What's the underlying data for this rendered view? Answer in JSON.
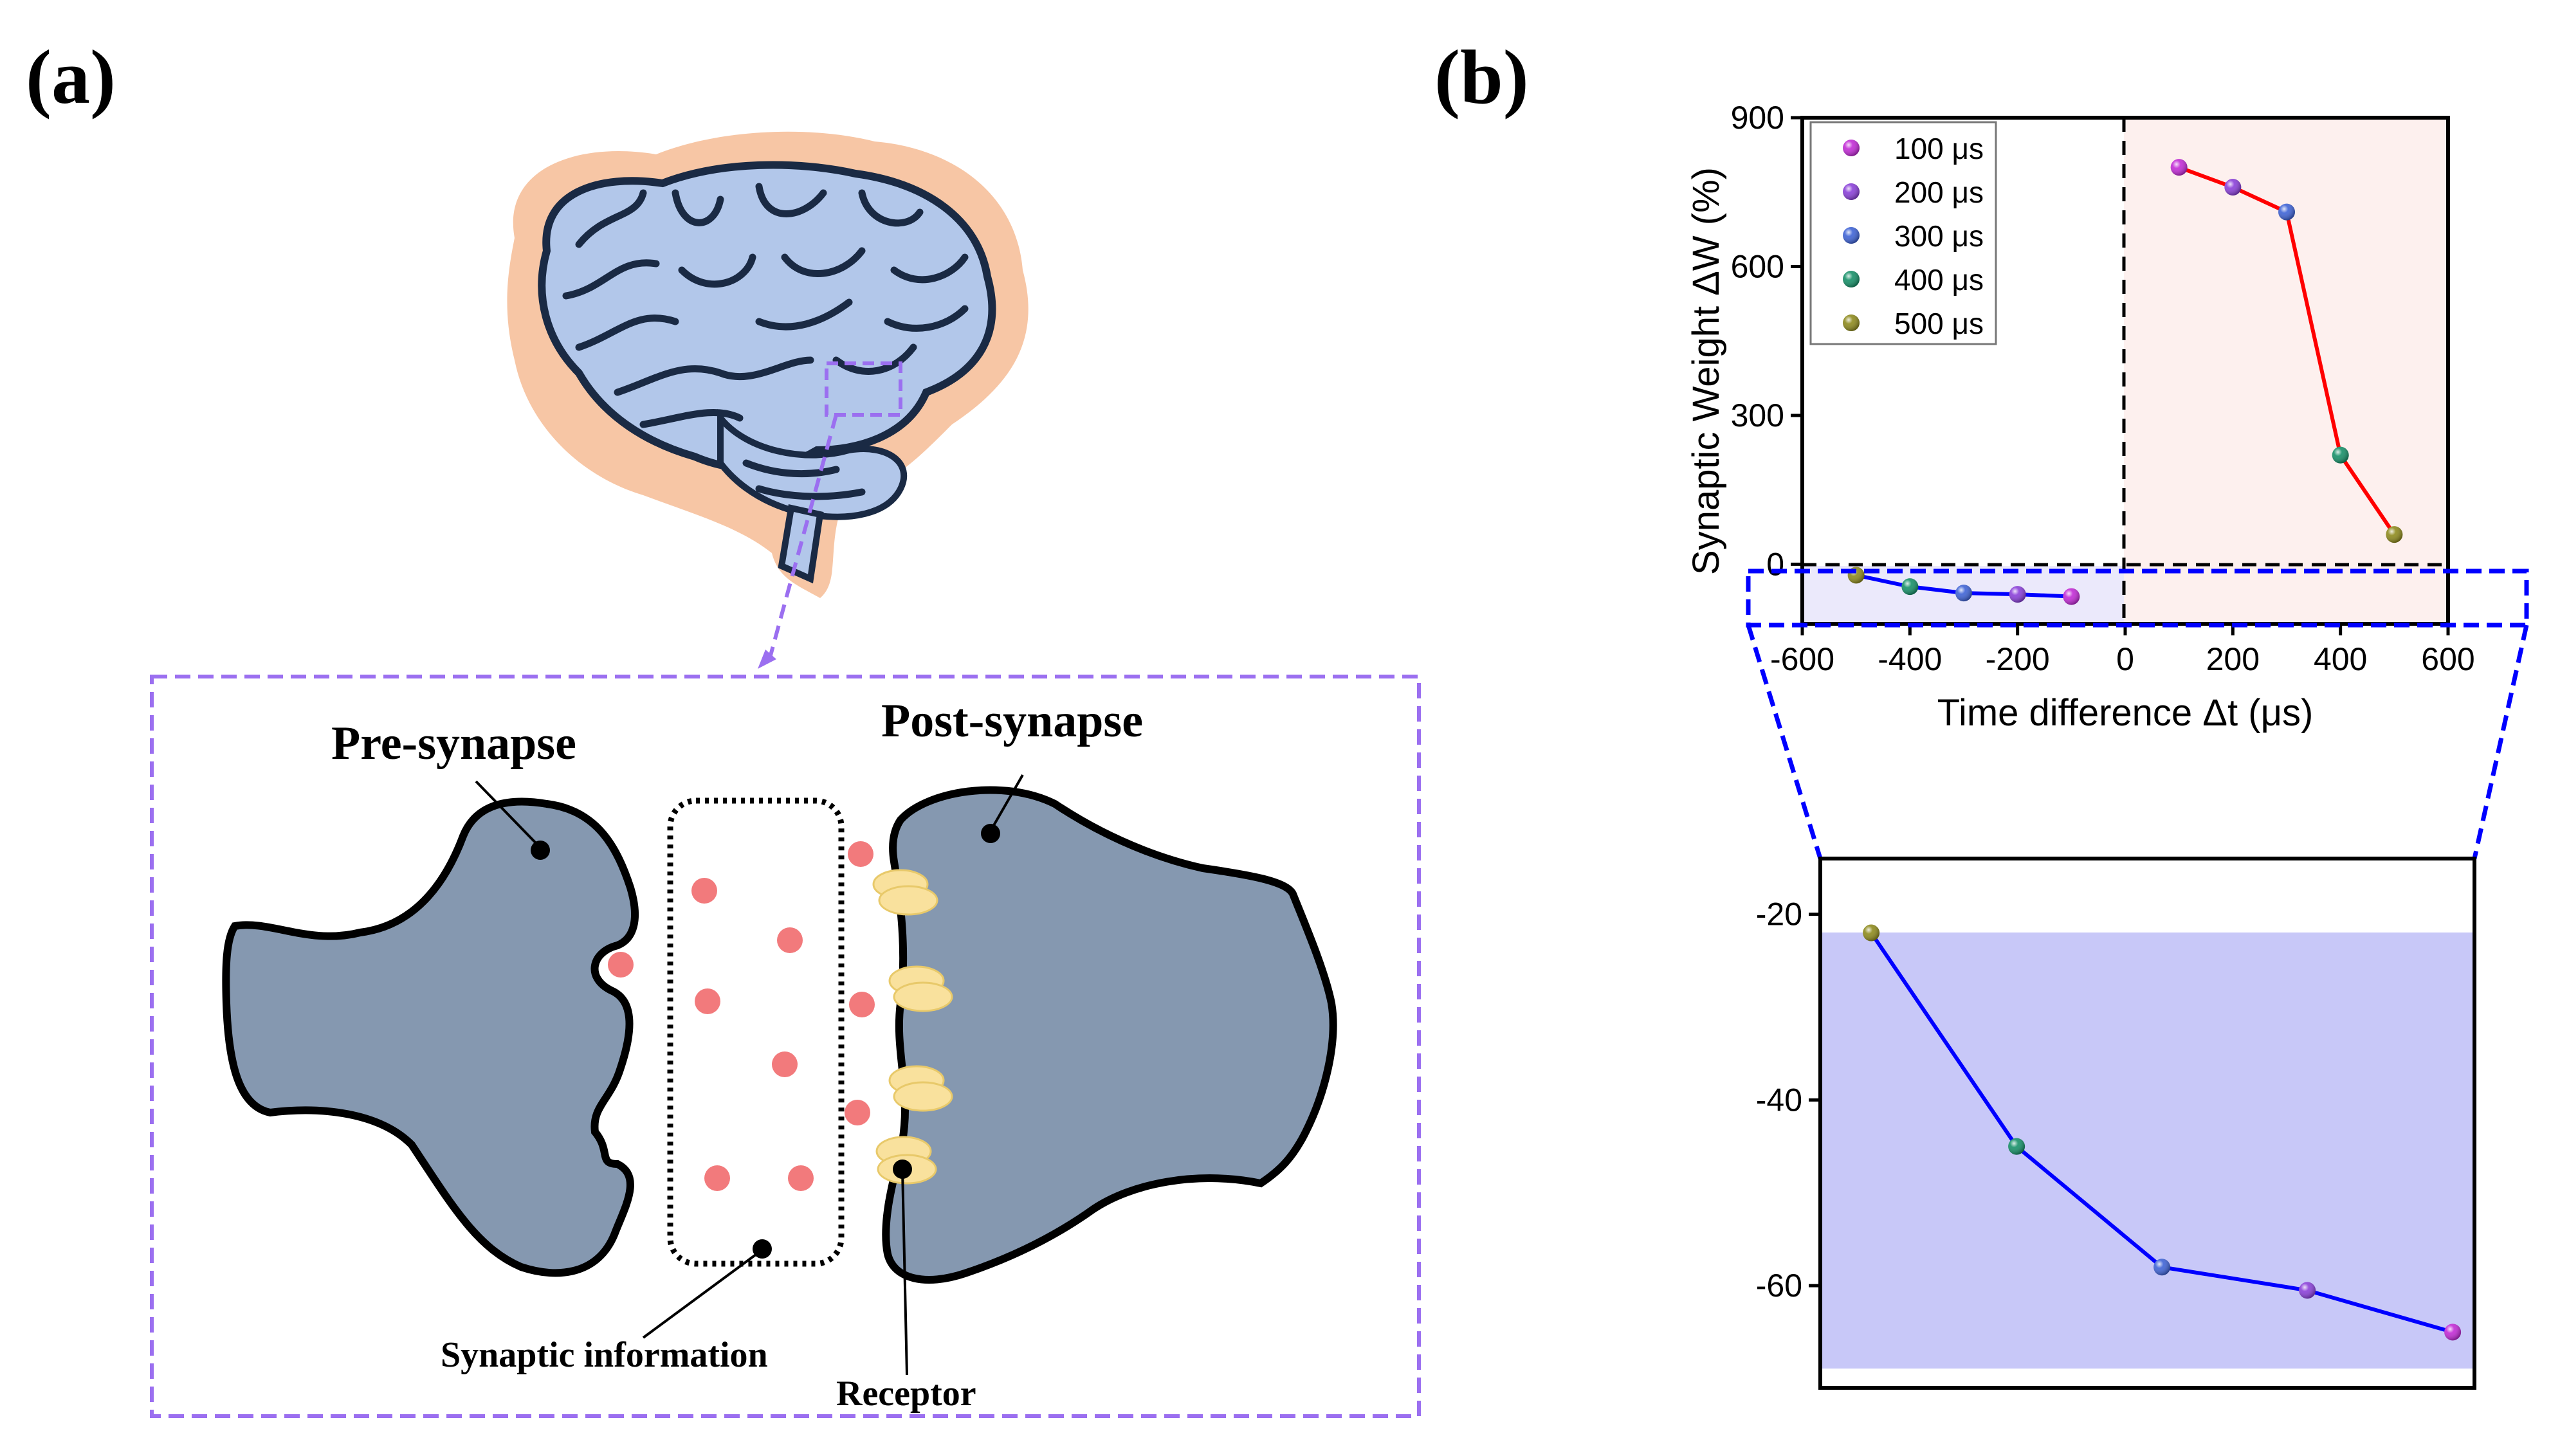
{
  "panel_a": {
    "label": "(a)",
    "pre_synapse": "Pre-synapse",
    "post_synapse": "Post-synapse",
    "synaptic_information": "Synaptic information",
    "receptor": "Receptor"
  },
  "panel_b": {
    "label": "(b)"
  },
  "colors": {
    "dash_box": "#9b6ff0",
    "neuron": "#8598b0",
    "brain": "#b2c7ea",
    "brain_outline": "#1a2a44",
    "brain_halo": "#f7c6a5",
    "vesicle": "#f27a7c",
    "receptor": "#f9e19d",
    "ltp_line": "#ff0000",
    "ltd_line": "#0000ff",
    "ltp_bg": "#fdf0ee",
    "ltd_bg": "#c8c8f8"
  },
  "chart_data": [
    {
      "type": "line",
      "xlabel": "Time difference Δt (μs)",
      "ylabel": "Synaptic Weight ΔW (%)",
      "xlim": [
        -600,
        600
      ],
      "ylim": [
        -120,
        900
      ],
      "xticks": [
        -600,
        -400,
        -200,
        0,
        200,
        400,
        600
      ],
      "yticks": [
        0,
        300,
        600,
        900
      ],
      "legend_position": "top-left",
      "legend": [
        {
          "label": "100 μs",
          "color": "#c22ad6"
        },
        {
          "label": "200 μs",
          "color": "#8a3fd9"
        },
        {
          "label": "300 μs",
          "color": "#3e63d6"
        },
        {
          "label": "400 μs",
          "color": "#169068"
        },
        {
          "label": "500 μs",
          "color": "#8e8a1c"
        }
      ],
      "series": [
        {
          "x": [
            100,
            200,
            300,
            400,
            500
          ],
          "y": [
            800,
            760,
            710,
            220,
            60
          ],
          "line_color": "#ff0000",
          "marker_colors": [
            "#c22ad6",
            "#8a3fd9",
            "#3e63d6",
            "#169068",
            "#8e8a1c"
          ]
        },
        {
          "x": [
            -500,
            -400,
            -300,
            -200,
            -100
          ],
          "y": [
            -22,
            -45,
            -58,
            -60.5,
            -65
          ],
          "line_color": "#0000ff",
          "marker_colors": [
            "#8e8a1c",
            "#169068",
            "#3e63d6",
            "#8a3fd9",
            "#c22ad6"
          ]
        }
      ]
    },
    {
      "type": "line",
      "xlim": [
        -535,
        -85
      ],
      "ylim": [
        -71,
        -14
      ],
      "yticks": [
        -20,
        -40,
        -60
      ],
      "series": [
        {
          "x": [
            -500,
            -400,
            -300,
            -200,
            -100
          ],
          "y": [
            -22,
            -45,
            -58,
            -60.5,
            -65
          ],
          "line_color": "#0000ff",
          "marker_colors": [
            "#8e8a1c",
            "#169068",
            "#3e63d6",
            "#8a3fd9",
            "#c22ad6"
          ]
        }
      ]
    }
  ]
}
